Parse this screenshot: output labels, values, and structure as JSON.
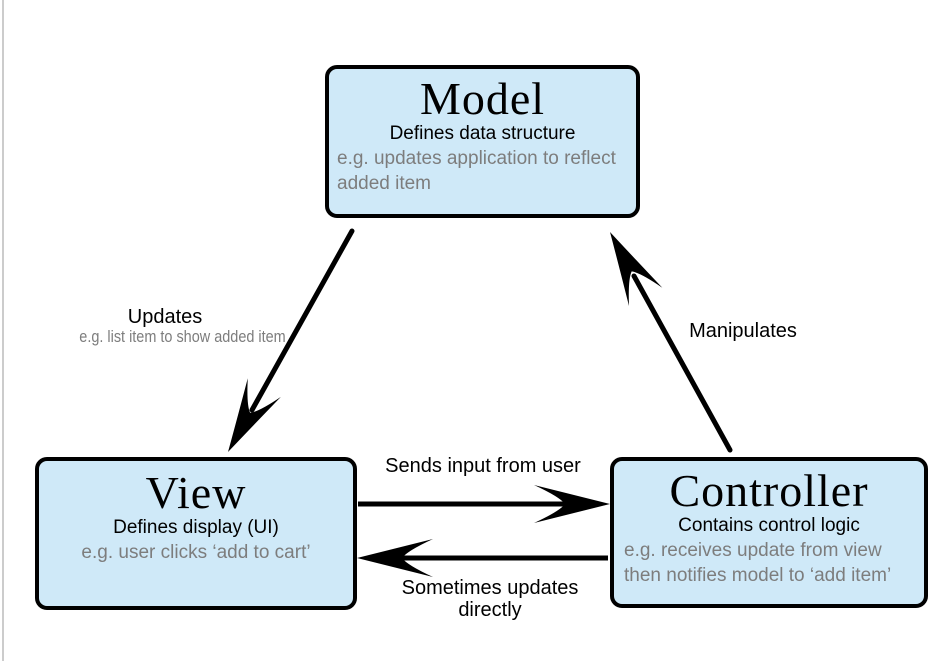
{
  "diagram": {
    "boxes": {
      "model": {
        "title": "Model",
        "subtitle": "Defines data structure",
        "example": "e.g. updates application to reflect\nadded item"
      },
      "view": {
        "title": "View",
        "subtitle": "Defines display (UI)",
        "example": "e.g. user clicks ‘add to cart’"
      },
      "controller": {
        "title": "Controller",
        "subtitle": "Contains control logic",
        "example": "e.g. receives update from view\nthen notifies model to ‘add item’"
      }
    },
    "arrows": {
      "model_to_view": {
        "label": "Updates",
        "sublabel": "e.g. list item to show added item"
      },
      "controller_to_model": {
        "label": "Manipulates"
      },
      "view_to_controller": {
        "label": "Sends input from user"
      },
      "controller_to_view": {
        "label": "Sometimes updates directly"
      }
    },
    "colors": {
      "box_fill": "#cfe9f8",
      "box_border": "#000000",
      "arrow": "#000000",
      "muted_text": "#7d7d7d"
    }
  }
}
